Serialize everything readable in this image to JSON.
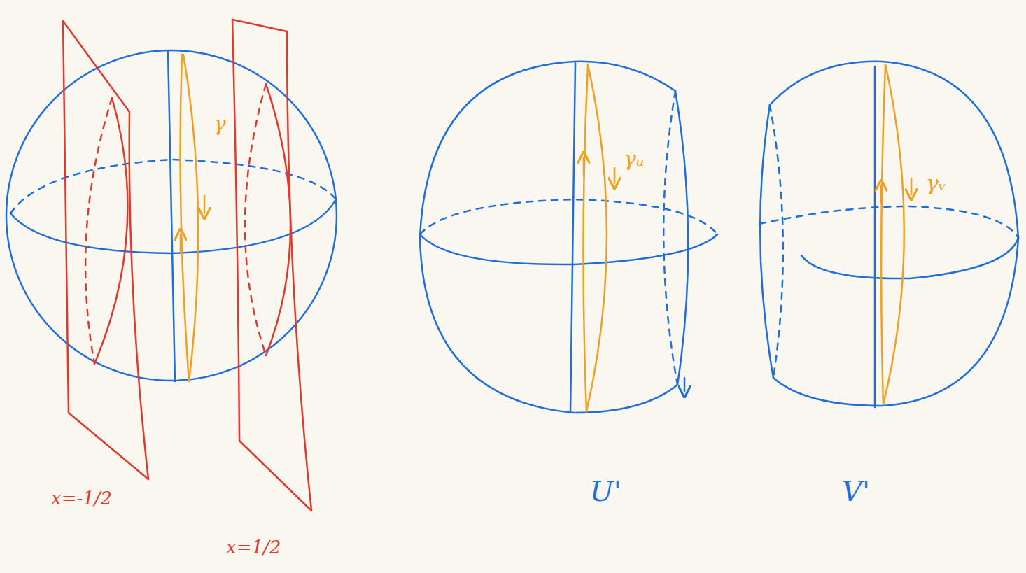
{
  "diagram": {
    "labels": [
      "γ",
      "x=-1/2",
      "x=1/2",
      "γᵤ",
      "γᵥ",
      "U'",
      "V'"
    ]
  }
}
